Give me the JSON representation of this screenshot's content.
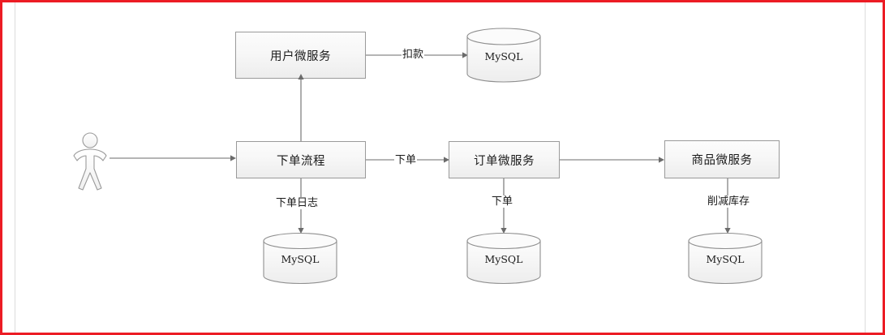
{
  "diagram": {
    "title": "",
    "colors": {
      "border_accent": "#ec1c24",
      "node_border": "#9a9a9a",
      "node_fill_top": "#fcfcfc",
      "node_fill_bottom": "#ededed",
      "connector": "#6b6b6b",
      "guide_line": "#dcdcdc",
      "text": "#1a1a1a"
    },
    "actor": {
      "name": "actor-figure",
      "label": ""
    },
    "nodes": [
      {
        "id": "user-service",
        "label": "用户微服务",
        "type": "process"
      },
      {
        "id": "order-flow",
        "label": "下单流程",
        "type": "process"
      },
      {
        "id": "order-service",
        "label": "订单微服务",
        "type": "process"
      },
      {
        "id": "product-service",
        "label": "商品微服务",
        "type": "process"
      }
    ],
    "databases": [
      {
        "id": "db-user",
        "label": "MySQL"
      },
      {
        "id": "db-order-log",
        "label": "MySQL"
      },
      {
        "id": "db-order",
        "label": "MySQL"
      },
      {
        "id": "db-product",
        "label": "MySQL"
      }
    ],
    "edges": [
      {
        "id": "actor-to-order-flow",
        "label": "",
        "from": "actor-figure",
        "to": "order-flow"
      },
      {
        "id": "user-service-to-db-user",
        "label": "扣款",
        "from": "user-service",
        "to": "db-user"
      },
      {
        "id": "order-flow-to-user-service",
        "label": "",
        "from": "order-flow",
        "to": "user-service"
      },
      {
        "id": "order-flow-to-order-service",
        "label": "下单",
        "from": "order-flow",
        "to": "order-service"
      },
      {
        "id": "order-flow-to-db-order-log",
        "label": "下单日志",
        "from": "order-flow",
        "to": "db-order-log"
      },
      {
        "id": "order-service-to-product-service",
        "label": "",
        "from": "order-service",
        "to": "product-service"
      },
      {
        "id": "order-service-to-db-order",
        "label": "下单",
        "from": "order-service",
        "to": "db-order"
      },
      {
        "id": "product-service-to-db-product",
        "label": "削减库存",
        "from": "product-service",
        "to": "db-product"
      }
    ]
  }
}
